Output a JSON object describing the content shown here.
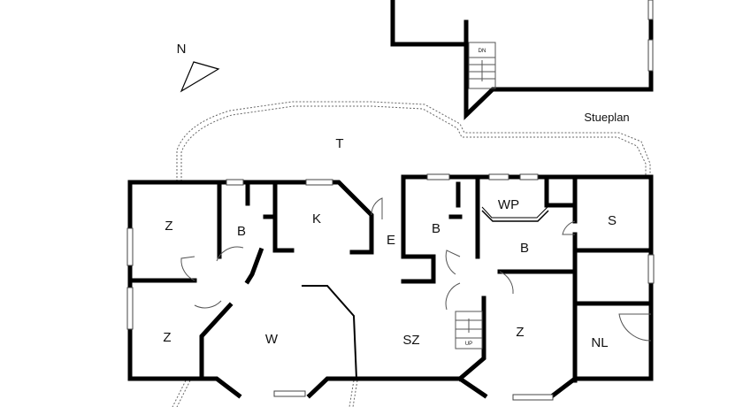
{
  "plan_title": "Stueplan",
  "compass": "N",
  "rooms": {
    "terrace": "T",
    "room_left_top": "Z",
    "bath_left": "B",
    "kitchen": "K",
    "entry": "E",
    "bath_mid": "B",
    "wp": "WP",
    "bath_right": "B",
    "s_room": "S",
    "room_left_bottom": "Z",
    "living": "W",
    "sitting": "SZ",
    "room_right": "Z",
    "nl": "NL"
  },
  "stairs": {
    "down": "DN",
    "up": "UP"
  }
}
